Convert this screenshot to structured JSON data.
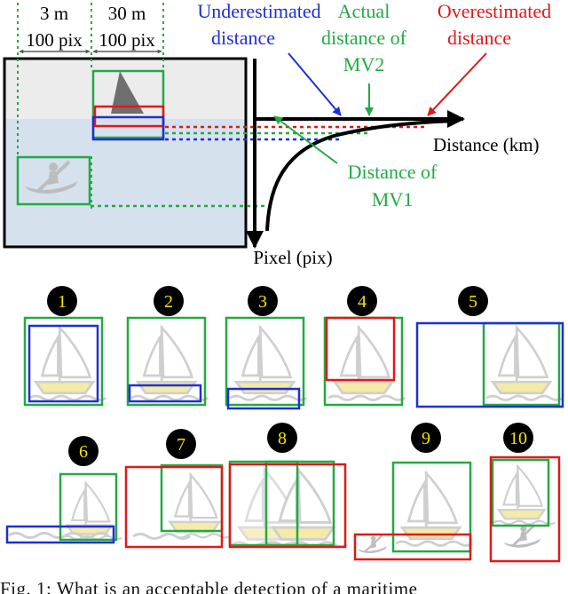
{
  "top": {
    "dim_near_size": "3 m",
    "dim_near_pix": "100 pix",
    "dim_far_size": "30 m",
    "dim_far_pix": "100 pix",
    "under_label_1": "Underestimated",
    "under_label_2": "distance",
    "actual_label_1": "Actual",
    "actual_label_2": "distance of",
    "actual_label_3": "MV2",
    "over_label_1": "Overestimated",
    "over_label_2": "distance",
    "x_axis_label": "Distance (km)",
    "mv1_label_1": "Distance of",
    "mv1_label_2": "MV1",
    "y_axis_label": "Pixel (pix)"
  },
  "cases": [
    {
      "number": "1"
    },
    {
      "number": "2"
    },
    {
      "number": "3"
    },
    {
      "number": "4"
    },
    {
      "number": "5"
    },
    {
      "number": "6"
    },
    {
      "number": "7"
    },
    {
      "number": "8"
    },
    {
      "number": "9"
    },
    {
      "number": "10"
    }
  ],
  "caption": "Fig. 1: What is an acceptable detection of a maritime",
  "colors": {
    "green": "#22aa44",
    "blue": "#1f2fd6",
    "red": "#e01919",
    "sky": "#ececec",
    "water": "#d6e1ee",
    "boat_gray": "#d2d2d2",
    "hull_yellow": "#f3eba6",
    "marker_bg": "#000000",
    "marker_text": "#f2e600"
  }
}
